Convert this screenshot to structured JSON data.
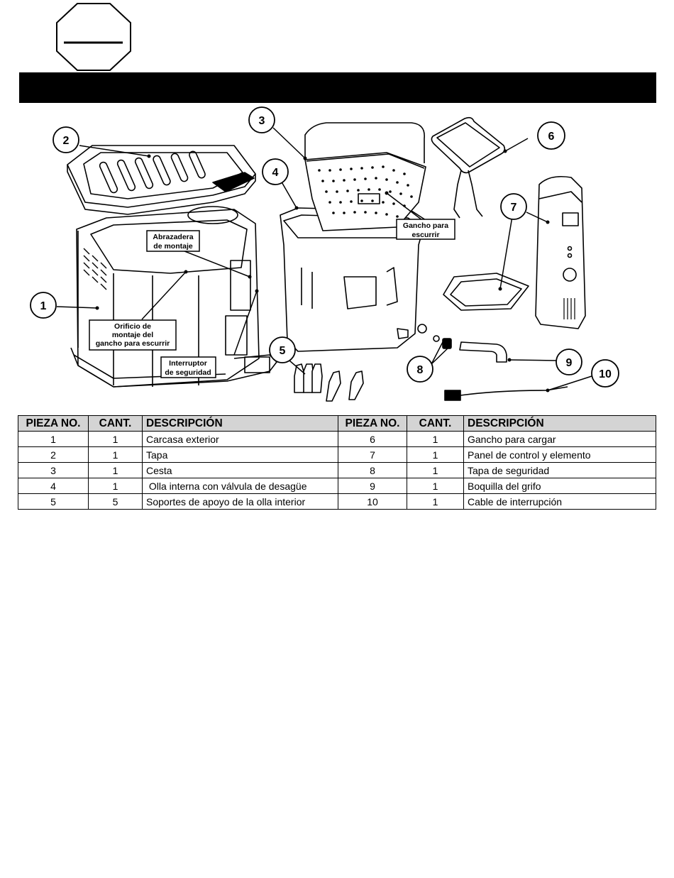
{
  "diagram": {
    "callouts": [
      {
        "number": "1"
      },
      {
        "number": "2"
      },
      {
        "number": "3"
      },
      {
        "number": "4"
      },
      {
        "number": "5"
      },
      {
        "number": "6"
      },
      {
        "number": "7"
      },
      {
        "number": "8"
      },
      {
        "number": "9"
      },
      {
        "number": "10"
      }
    ],
    "labels": {
      "mounting_bracket": [
        "Abrazadera",
        "de montaje"
      ],
      "drain_hook_hole": [
        "Orificio de",
        "montaje del",
        "gancho para escurrir"
      ],
      "safety_switch": [
        "Interruptor",
        "de seguridad"
      ],
      "drain_hook": [
        "Gancho para",
        "escurrir"
      ]
    }
  },
  "table": {
    "headers": [
      "PIEZA NO.",
      "CANT.",
      "DESCRIPCIÓN",
      "PIEZA NO.",
      "CANT.",
      "DESCRIPCIÓN"
    ],
    "rows": [
      {
        "left": [
          "1",
          "1",
          "Carcasa exterior"
        ],
        "right": [
          "6",
          "1",
          "Gancho para cargar"
        ]
      },
      {
        "left": [
          "2",
          "1",
          "Tapa"
        ],
        "right": [
          "7",
          "1",
          "Panel de control y elemento"
        ]
      },
      {
        "left": [
          "3",
          "1",
          "Cesta"
        ],
        "right": [
          "8",
          "1",
          "Tapa de seguridad"
        ]
      },
      {
        "left": [
          "4",
          "1",
          " Olla interna con válvula de desagüe"
        ],
        "right": [
          "9",
          "1",
          "Boquilla del grifo"
        ]
      },
      {
        "left": [
          "5",
          "5",
          "Soportes de apoyo de la olla interior"
        ],
        "right": [
          "10",
          "1",
          "Cable de interrupción"
        ]
      }
    ]
  }
}
